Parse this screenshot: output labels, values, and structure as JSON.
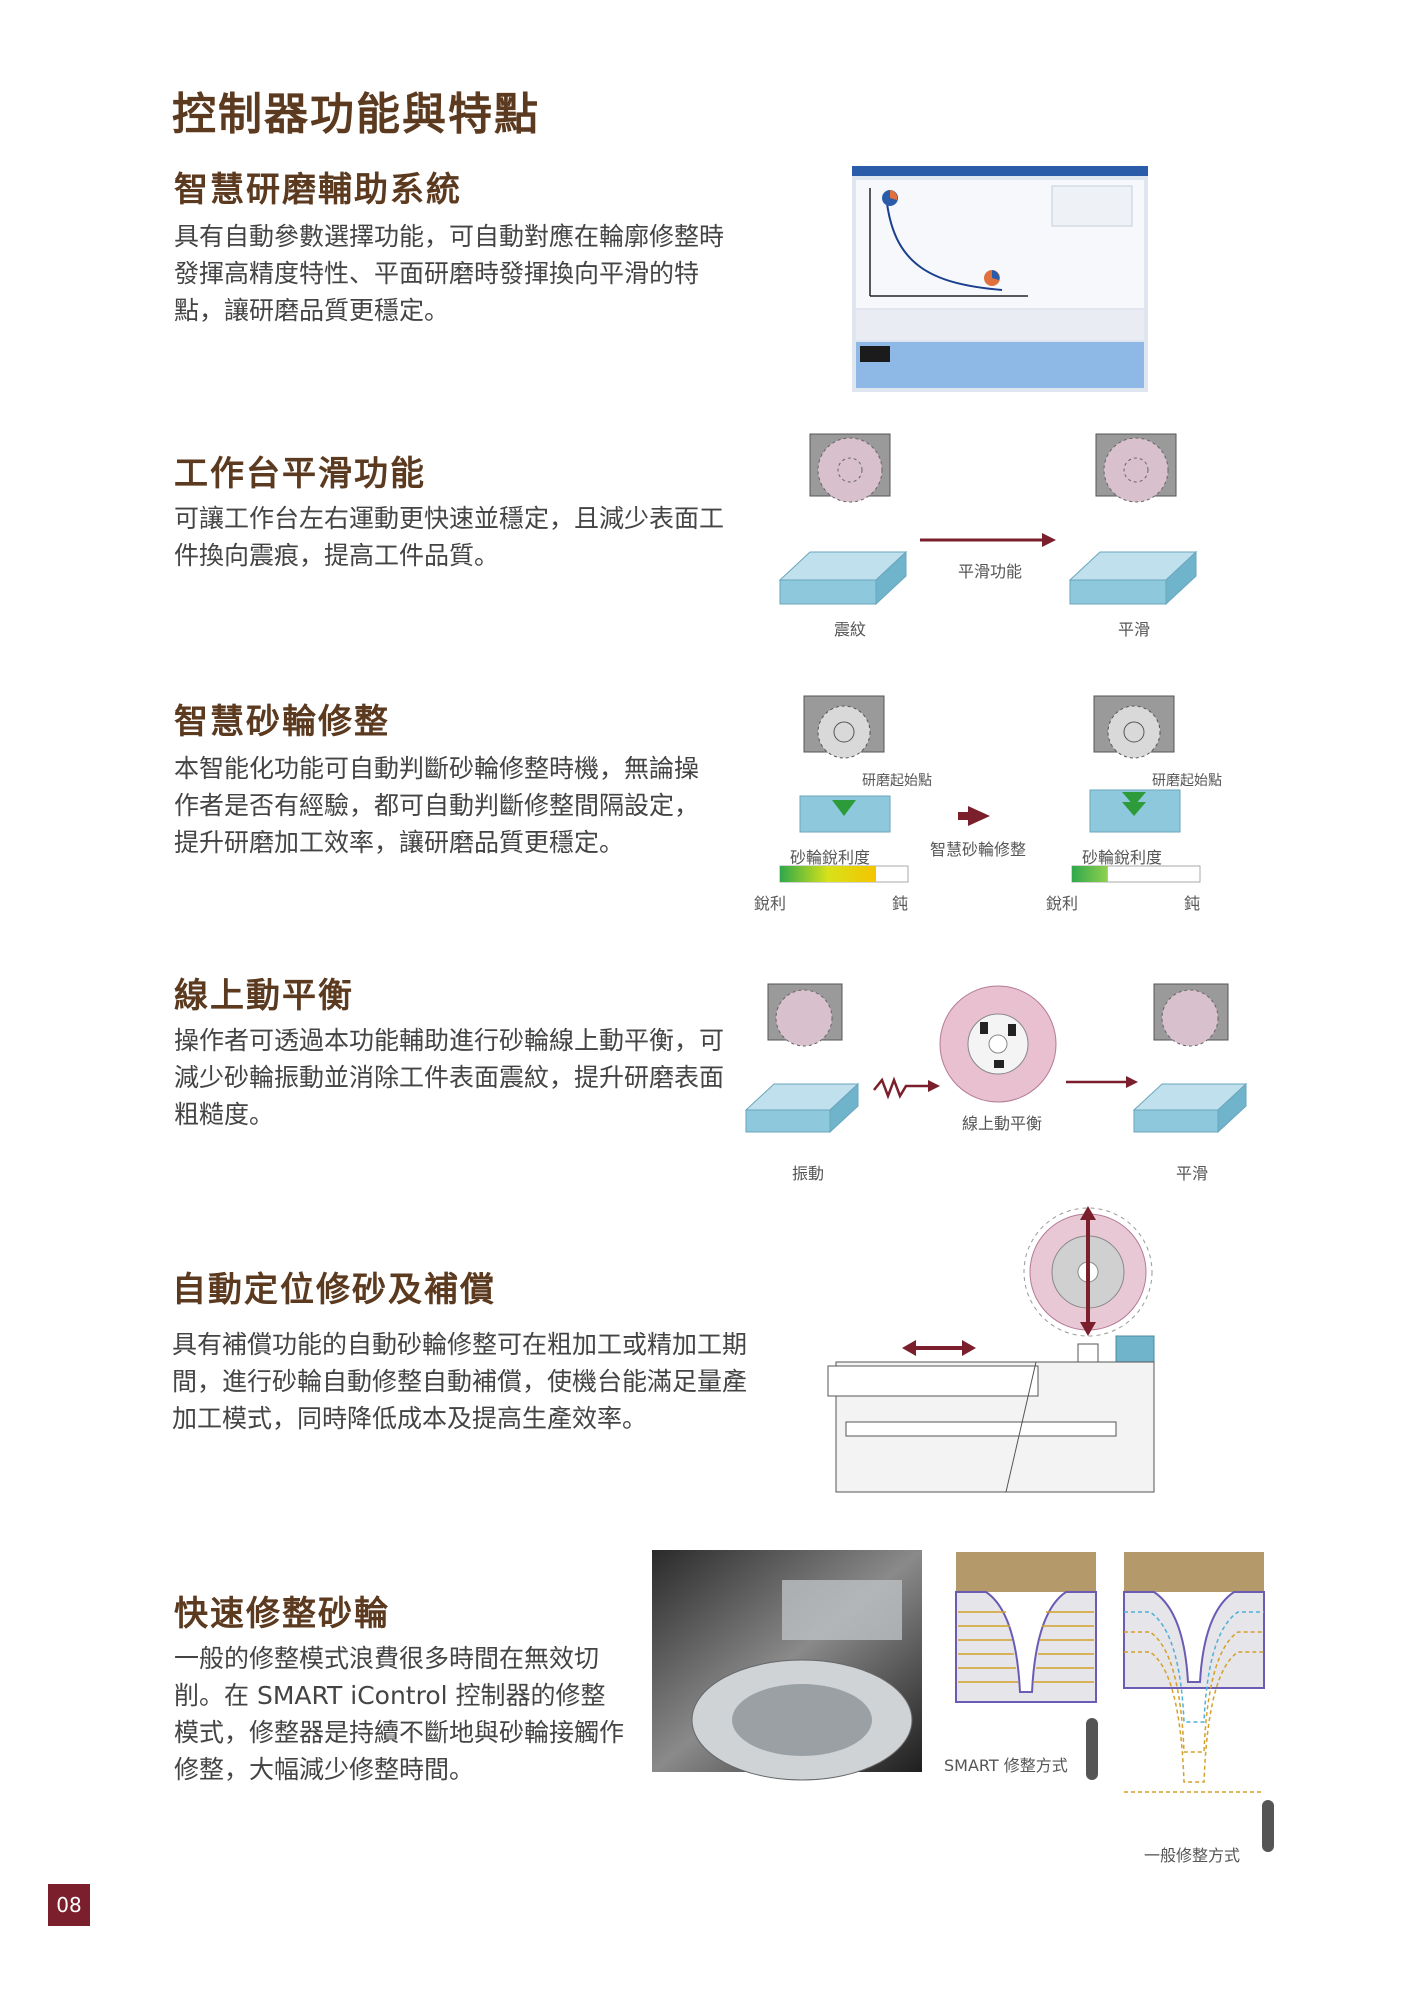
{
  "page_title": "控制器功能與特點",
  "page_number": "08",
  "sections": [
    {
      "title": "智慧研磨輔助系統",
      "body": "具有自動參數選擇功能，可自動對應在輪廓修整時發揮高精度特性、平面研磨時發揮換向平滑的特點，讓研磨品質更穩定。"
    },
    {
      "title": "工作台平滑功能",
      "body": "可讓工作台左右運動更快速並穩定，且減少表面工件換向震痕，提高工件品質。"
    },
    {
      "title": "智慧砂輪修整",
      "body": "本智能化功能可自動判斷砂輪修整時機，無論操作者是否有經驗，都可自動判斷修整間隔設定，提升研磨加工效率，讓研磨品質更穩定。"
    },
    {
      "title": "線上動平衡",
      "body": "操作者可透過本功能輔助進行砂輪線上動平衡，可減少砂輪振動並消除工件表面震紋，提升研磨表面粗糙度。"
    },
    {
      "title": "自動定位修砂及補償",
      "body": "具有補償功能的自動砂輪修整可在粗加工或精加工期間，進行砂輪自動修整自動補償，使機台能滿足量產加工模式，同時降低成本及提高生產效率。"
    },
    {
      "title": "快速修整砂輪",
      "body": "一般的修整模式浪費很多時間在無效切削。在 SMART iControl 控制器的修整模式，修整器是持續不斷地與砂輪接觸作修整，大幅減少修整時間。"
    }
  ],
  "diagrams": {
    "smooth": {
      "label_function": "平滑功能",
      "label_before": "震紋",
      "label_after": "平滑"
    },
    "dress": {
      "label_start_left": "研磨起始點",
      "label_start_right": "研磨起始點",
      "label_center": "智慧砂輪修整",
      "label_sharp_left": "砂輪銳利度",
      "label_sharp_right": "砂輪銳利度",
      "label_keen_left": "銳利",
      "label_dull_left": "鈍",
      "label_keen_right": "銳利",
      "label_dull_right": "鈍",
      "sharpness_left": 0.75,
      "sharpness_right": 0.28
    },
    "balance": {
      "label_center": "線上動平衡",
      "label_before": "振動",
      "label_after": "平滑"
    },
    "fast": {
      "label_smart": "SMART 修整方式",
      "label_normal": "一般修整方式"
    }
  },
  "colors": {
    "title": "#5b3a1f",
    "accent": "#7a1f2b",
    "arrow": "#7a1f2b",
    "block": "#8ec8dc"
  }
}
